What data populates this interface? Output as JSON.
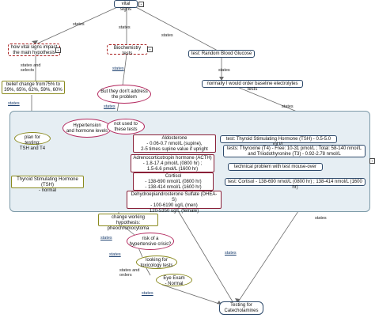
{
  "nodes": {
    "vital_signs": "vital signs",
    "how_vital": "how vital signs impact\nthe main hypothesis",
    "biochem": "Biochemistry tests",
    "test_rbg": "test: Random Blood Glucose",
    "baseline": "normally I would order baseline electrolytes tests",
    "belief": "belief change from75% to\n39%, 65%, 62%, 59%, 60%",
    "not_address": "But they don't address\nthe problem",
    "tsh_test": "test: Thyroid Stimulating Hormone (TSH) - 0.5-5.0 mU/L",
    "plan": "plan for testing:\nTSH and T4",
    "hyper": "Hypertension\nand hormone levels",
    "not_used": "not used to\nthese tests",
    "aldosterone": "Aldosterone\n- 0.06-0.7 nmol/L (supine),\n2-5 times supine value if upright",
    "thyroxine": "tests: Thyroxine (T4) - Free: 10-31 pmol/L ; Total: 58-140 nmol/L\nand Triiodothyronine (T3) - 0.92-2.78 nmol/L",
    "acth": "Adrenocorticotropin hormone (ACTH)\n- 1.8-17.4 pmol/L (0800 hr) ;\n1.5-6.6 pmol/L (1600 hr)",
    "tech_problem": "technical problem with test mouse-over",
    "cortisol_test": "test: Cortisol - 138-690 nmol/L (0800 hr) ; 138-414 nmol/L (1600 hr)",
    "tsh_normal": "Thyroid Stimulating Hormone (TSH)\n- normal",
    "cortisol": "Cortisol\n- 138-690 nmol/L (0800 hr)\n- 138-414 nmol/L (1600 hr)",
    "dhea": "Dehydroepiandrosterone Sulfate (DHEA-S)\n- 100-6190 ug/L (men)\n120-5350 ug/L (female)",
    "change_hyp": "change working hypothesis:\npheochromocytoma",
    "risk": "risk of a\nhypertensive crisis?",
    "tox": "looking for\ntoxicology tests",
    "eye": "Eye Exam\n- Normal",
    "catechol": "Testing for\nCatecholamines"
  },
  "labels": {
    "states": "states",
    "states_and_selects": "states and\nselects",
    "states_and_orders": "states and\norders"
  }
}
